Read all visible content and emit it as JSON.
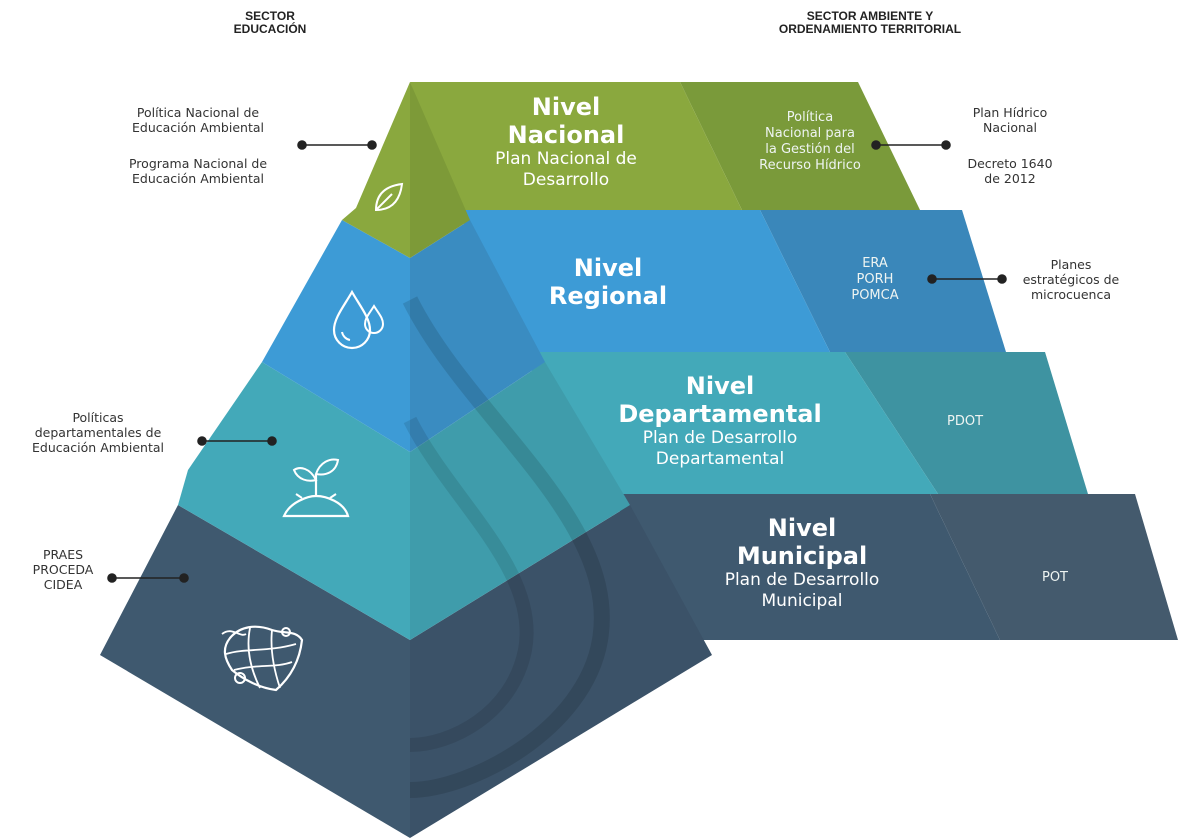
{
  "headers": {
    "left": "SECTOR\nEDUCACIÓN",
    "right": "SECTOR AMBIENTE Y\nORDENAMIENTO TERRITORIAL"
  },
  "colors": {
    "nacional": "#8aa83e",
    "regional": "#3d9bd6",
    "departamental": "#43a9b9",
    "municipal": "#3f596f"
  },
  "levels": [
    {
      "title_lines": [
        "Nivel",
        "Nacional"
      ],
      "subtitle": "Plan Nacional de\nDesarrollo",
      "side": "Política\nNacional para\nla Gestión del\nRecurso Hídrico",
      "icon": "leaf-icon"
    },
    {
      "title_lines": [
        "Nivel",
        "Regional"
      ],
      "subtitle": "",
      "side": "ERA\nPORH\nPOMCA",
      "icon": "water-drops-icon"
    },
    {
      "title_lines": [
        "Nivel",
        "Departamental"
      ],
      "subtitle": "Plan de Desarrollo\nDepartamental",
      "side": "PDOT",
      "icon": "sprout-icon"
    },
    {
      "title_lines": [
        "Nivel",
        "Municipal"
      ],
      "subtitle": "Plan de Desarrollo\nMunicipal",
      "side": "POT",
      "icon": "territory-map-icon"
    }
  ],
  "left_notes": {
    "nacional_1": "Política Nacional de\nEducación Ambiental",
    "nacional_2": "Programa Nacional de\nEducación Ambiental",
    "departamental": "Políticas\ndepartamentales de\nEducación Ambiental",
    "municipal": "PRAES\nPROCEDA\nCIDEA"
  },
  "right_notes": {
    "nacional_1": "Plan Hídrico\nNacional",
    "nacional_2": "Decreto 1640\nde 2012",
    "regional": "Planes\nestratégicos de\nmicrocuenca"
  }
}
